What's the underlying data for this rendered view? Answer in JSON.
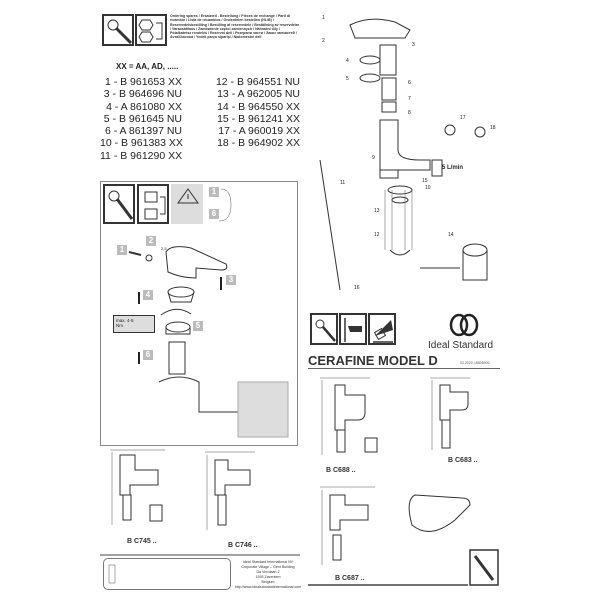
{
  "header": {
    "spare_parts_text": "Ordering spares / Ersatzteil - Bestellung / Pièces de rechange / Parti di ricambio / Lista de recambios / Onderdelen bestellen (NL/B) / Reservedelsbestilling / Bestilling af reservedele / Beställning av reservdelar / Varaosatilaus / Zamówienie części zamiennych / Náhradní díly / Pótalkatrész rendelés / Rezervni deli / Резервни части / Заказ запчастей / Ανταλλακτικά / Yedek parça siparişi / Nadomestni deli",
    "icons": [
      "wrench-icon",
      "nut-replace-icon"
    ]
  },
  "parts_list": {
    "variant_note": "XX = AA, AD, .....",
    "left": [
      "1 - B 961653 XX",
      "3 - B 964696 NU",
      "4 - A 861080 XX",
      "5 - B 961645 NU",
      "6 - A 861397 NU",
      "10 - B 961383 XX",
      "11 - B 961290 XX"
    ],
    "right": [
      "12 - B 964551 NU",
      "13 - A 962005 NU",
      "14 - B 964550 XX",
      "15 - B 961241 XX",
      "17 - A 960019 XX",
      "18 - B 964902 XX"
    ]
  },
  "exploded_view": {
    "callouts": [
      "1",
      "2",
      "3",
      "4",
      "5",
      "6",
      "7",
      "8",
      "9",
      "10",
      "11",
      "12",
      "13",
      "14",
      "15",
      "16",
      "17",
      "18"
    ],
    "flow_label": "5 L/min"
  },
  "cartridge_box": {
    "sequence_top": "1",
    "sequence_bottom": "6",
    "steps": [
      "1",
      "2",
      "3",
      "4",
      "5",
      "6"
    ],
    "torque_label": "max. 4-5 Nm",
    "hex_size": "2,5"
  },
  "brand": {
    "name": "Ideal Standard",
    "product_title": "CERAFINE MODEL D",
    "doc_code": "02.2020 | 8B05900"
  },
  "models": [
    "B C688 ..",
    "B C683 ..",
    "B C745 ..",
    "B C746 ..",
    "B C687 .."
  ],
  "footer": {
    "address": [
      "Ideal Standard International NV",
      "Corporate Village – Gent Building",
      "Da Vincilaan 2",
      "1935 Zaventem",
      "Belgium",
      "http://www.idealstandardinternational.com"
    ]
  },
  "colors": {
    "line": "#333333",
    "step_badge": "#bbbbbb",
    "background": "#ffffff"
  }
}
